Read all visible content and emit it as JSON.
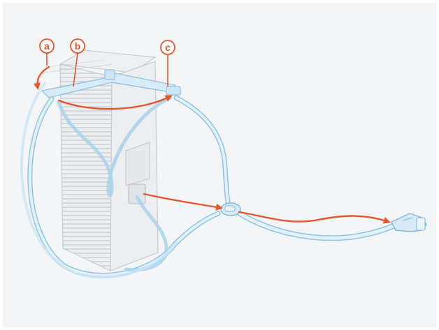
{
  "callouts": [
    {
      "letter": "a"
    },
    {
      "letter": "b"
    },
    {
      "letter": "c"
    }
  ],
  "colors": {
    "background": "#f4f5f6",
    "cable_outline": "#8ec5e6",
    "cable_fill": "#e3f1fa",
    "cabinet_line": "#c9ccd0",
    "cabinet_fill": "#eceef0",
    "arrow": "#e4572e",
    "callout": "#e4572e"
  },
  "icons": {
    "charger_cabinet": "charger-cabinet-icon",
    "cable_holder_arm": "cable-holder-arm-icon",
    "cable_splitter": "cable-splitter-icon",
    "charging_connector": "charging-connector-icon"
  }
}
